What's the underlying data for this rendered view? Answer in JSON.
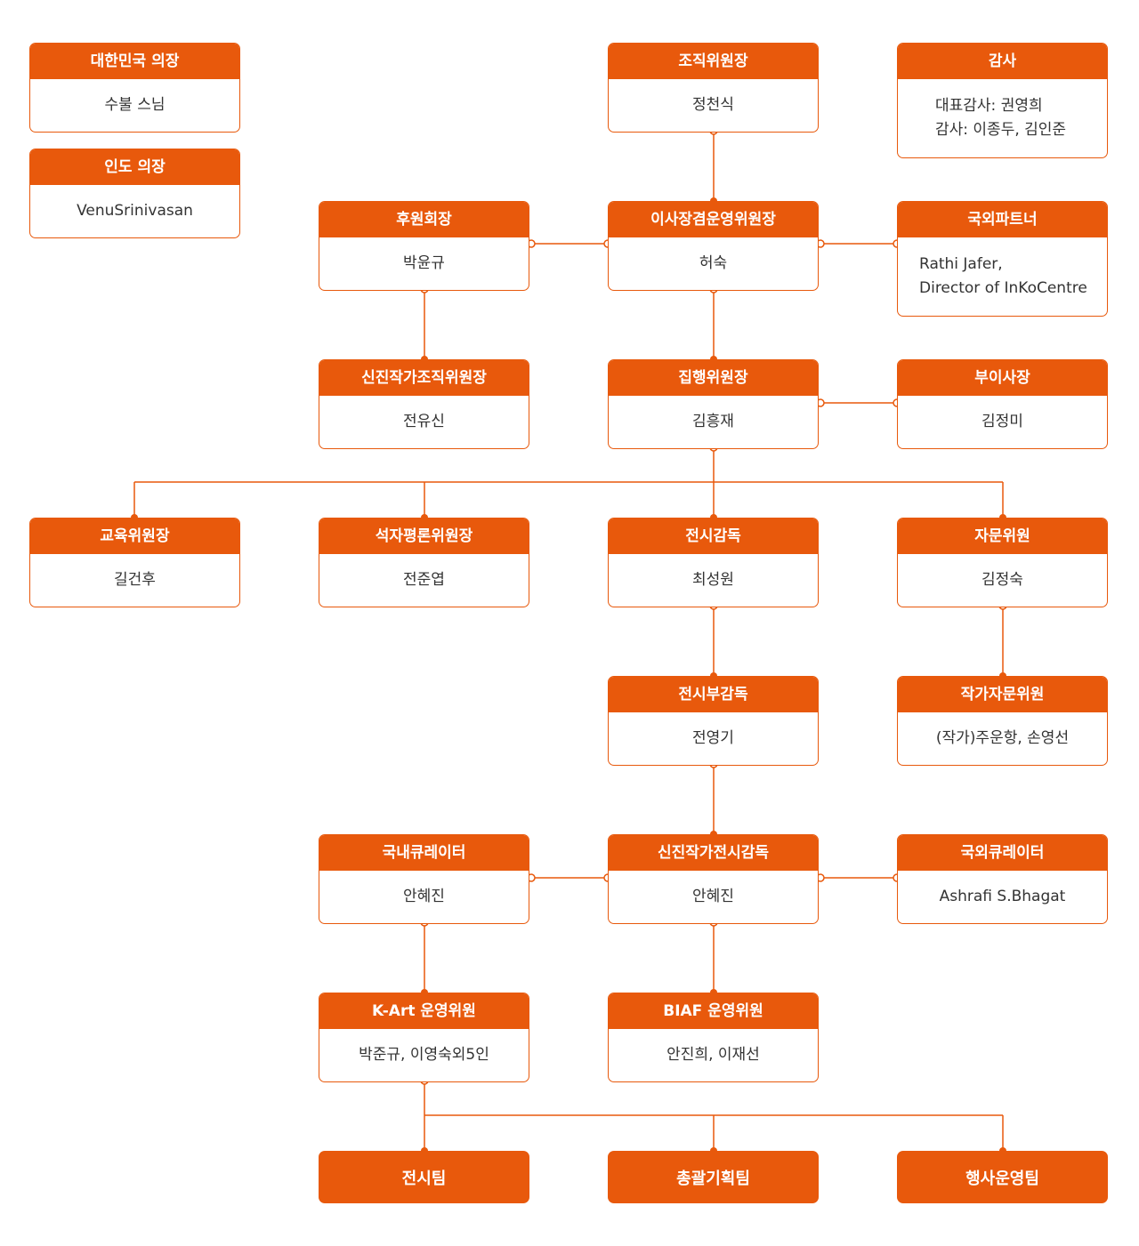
{
  "colors": {
    "accent": "#e8590c",
    "text": "#333333",
    "background": "#ffffff"
  },
  "nodes": {
    "korea_chair": {
      "title": "대한민국 의장",
      "body": "수불 스님"
    },
    "india_chair": {
      "title": "인도 의장",
      "body": "VenuSrinivasan"
    },
    "org_chair": {
      "title": "조직위원장",
      "body": "정천식"
    },
    "auditor": {
      "title": "감사",
      "body": "대표감사: 권영희\n감사: 이종두, 김인준"
    },
    "sponsor_chair": {
      "title": "후원회장",
      "body": "박윤규"
    },
    "president": {
      "title": "이사장겸운영위원장",
      "body": "허숙"
    },
    "overseas_partner": {
      "title": "국외파트너",
      "body": "Rathi Jafer,\nDirector of InKoCentre"
    },
    "new_artist_org": {
      "title": "신진작가조직위원장",
      "body": "전유신"
    },
    "exec_chair": {
      "title": "집행위원장",
      "body": "김흥재"
    },
    "vice_president": {
      "title": "부이사장",
      "body": "김정미"
    },
    "education": {
      "title": "교육위원장",
      "body": "길건후"
    },
    "critique": {
      "title": "석자평론위원장",
      "body": "전준엽"
    },
    "exhibit_director": {
      "title": "전시감독",
      "body": "최성원"
    },
    "advisor": {
      "title": "자문위원",
      "body": "김정숙"
    },
    "deputy_director": {
      "title": "전시부감독",
      "body": "전영기"
    },
    "artist_advisor": {
      "title": "작가자문위원",
      "body": "(작가)주운항, 손영선"
    },
    "domestic_curator": {
      "title": "국내큐레이터",
      "body": "안혜진"
    },
    "new_artist_dir": {
      "title": "신진작가전시감독",
      "body": "안혜진"
    },
    "overseas_curator": {
      "title": "국외큐레이터",
      "body": "Ashrafi S.Bhagat"
    },
    "kart": {
      "title": "K-Art 운영위원",
      "body": "박준규, 이영숙외5인"
    },
    "biaf": {
      "title": "BIAF 운영위원",
      "body": "안진희, 이재선"
    }
  },
  "teams": {
    "exhibition": "전시팀",
    "planning": "총괄기획팀",
    "events": "행사운영팀"
  }
}
